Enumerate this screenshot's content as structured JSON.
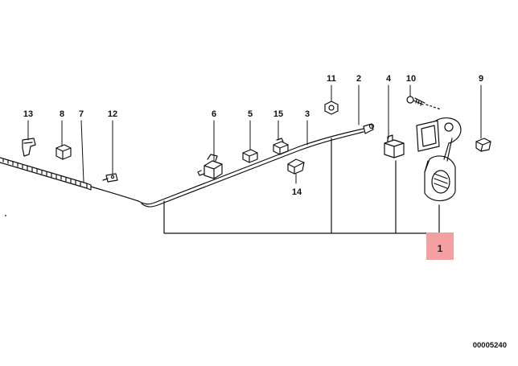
{
  "diagram": {
    "callouts": {
      "c13": "13",
      "c8": "8",
      "c7": "7",
      "c12": "12",
      "c6": "6",
      "c5": "5",
      "c15": "15",
      "c3": "3",
      "c14": "14",
      "c11": "11",
      "c2": "2",
      "c4": "4",
      "c10": "10",
      "c9": "9"
    },
    "highlighted_part": "1",
    "highlight_color": "#f4a0a0",
    "line_color": "#111111",
    "document_code": "00005240"
  }
}
